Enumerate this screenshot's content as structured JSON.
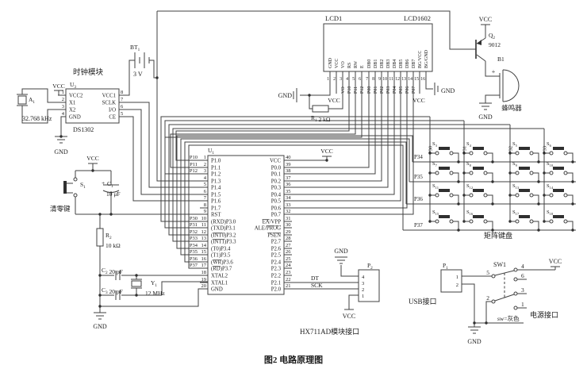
{
  "colors": {
    "wire": "#404040",
    "text": "#1c1c1c"
  },
  "caption": "图2  电路原理图",
  "clock_module": {
    "title": "时钟模块",
    "ref": "U_3",
    "part": "DS1302",
    "vcc_label": "VCC",
    "gnd_label": "GND",
    "left_pins": [
      {
        "num": "1",
        "label": "VCC2"
      },
      {
        "num": "2",
        "label": "X1"
      },
      {
        "num": "3",
        "label": "X2"
      },
      {
        "num": "4",
        "label": "GND"
      }
    ],
    "right_pins": [
      {
        "num": "8",
        "label": "VCC1"
      },
      {
        "num": "7",
        "label": "SCLK"
      },
      {
        "num": "6",
        "label": "I/O"
      },
      {
        "num": "5",
        "label": "CE"
      }
    ],
    "crystal": {
      "ref": "A_1",
      "value": "32.768 kHz"
    },
    "battery": {
      "ref": "BT_1",
      "value": "3 V"
    }
  },
  "lcd": {
    "ref": "LCD1",
    "part": "LCD1602",
    "pins": [
      "GND",
      "VCC",
      "VO",
      "RS",
      "RW",
      "E",
      "DB0",
      "DB1",
      "DB2",
      "DB3",
      "DB4",
      "DB5",
      "DB6",
      "DB7",
      "BG/VCC",
      "BG/GND"
    ],
    "numbers": [
      "1",
      "2",
      "3",
      "4",
      "5",
      "6",
      "7",
      "8",
      "9",
      "10",
      "11",
      "12",
      "13",
      "14",
      "15",
      "16"
    ],
    "nets": [
      "",
      "",
      "VO",
      "P10",
      "P11",
      "P12",
      "P00",
      "P01",
      "P02",
      "P03",
      "P04",
      "P05",
      "P06",
      "P07",
      "",
      ""
    ],
    "gnd_left": "GND",
    "vcc_pin2": "VCC",
    "r1_label": "R_1 2 kΩ",
    "vcc_pin15": "VCC",
    "gnd_right": "GND"
  },
  "buzzer": {
    "vcc": "VCC",
    "q_ref": "Q_2",
    "q_part": "9012",
    "ref": "B1",
    "plus": "+",
    "name": "蜂鸣器",
    "gnd": "GND"
  },
  "mcu": {
    "ref": "U_1",
    "vcc_label": "VCC",
    "left": [
      {
        "num": "1",
        "label": "P1.0",
        "net": "P10"
      },
      {
        "num": "2",
        "label": "P1.1",
        "net": "P11"
      },
      {
        "num": "3",
        "label": "P1.2",
        "net": "P12"
      },
      {
        "num": "4",
        "label": "P1.3",
        "net": ""
      },
      {
        "num": "5",
        "label": "P1.4",
        "net": ""
      },
      {
        "num": "6",
        "label": "P1.5",
        "net": ""
      },
      {
        "num": "7",
        "label": "P1.6",
        "net": ""
      },
      {
        "num": "8",
        "label": "P1.7",
        "net": ""
      },
      {
        "num": "9",
        "label": "RST",
        "net": ""
      },
      {
        "num": "10",
        "label": "(RXD)P3.0",
        "net": "P30"
      },
      {
        "num": "11",
        "label": "(TXD)P3.1",
        "net": "P31"
      },
      {
        "num": "12",
        "label": "(~INT0~)P3.2",
        "net": "P32"
      },
      {
        "num": "13",
        "label": "(~INT1~)P3.3",
        "net": "P33"
      },
      {
        "num": "14",
        "label": "(T0)P3.4",
        "net": "P34"
      },
      {
        "num": "15",
        "label": "(T1)P3.5",
        "net": "P35"
      },
      {
        "num": "16",
        "label": "(~WR~)P3.6",
        "net": "P36"
      },
      {
        "num": "17",
        "label": "(~RD~)P3.7",
        "net": "P37"
      },
      {
        "num": "18",
        "label": "XTAL2",
        "net": ""
      },
      {
        "num": "19",
        "label": "XTAL1",
        "net": ""
      },
      {
        "num": "20",
        "label": "GND",
        "net": ""
      }
    ],
    "right": [
      {
        "num": "40",
        "label": "VCC"
      },
      {
        "num": "39",
        "label": "P0.0"
      },
      {
        "num": "38",
        "label": "P0.1"
      },
      {
        "num": "37",
        "label": "P0.2"
      },
      {
        "num": "36",
        "label": "P0.3"
      },
      {
        "num": "35",
        "label": "P0.4"
      },
      {
        "num": "34",
        "label": "P0.5"
      },
      {
        "num": "33",
        "label": "P0.6"
      },
      {
        "num": "32",
        "label": "P0.7"
      },
      {
        "num": "31",
        "label": "~EA~/VPP"
      },
      {
        "num": "30",
        "label": "ALE/~PROG~"
      },
      {
        "num": "29",
        "label": "~PSEN~"
      },
      {
        "num": "28",
        "label": "P2.7"
      },
      {
        "num": "27",
        "label": "P2.6"
      },
      {
        "num": "26",
        "label": "P2.5"
      },
      {
        "num": "25",
        "label": "P2.4"
      },
      {
        "num": "24",
        "label": "P2.3"
      },
      {
        "num": "23",
        "label": "P2.2"
      },
      {
        "num": "22",
        "label": "P2.1"
      },
      {
        "num": "21",
        "label": "P2.0"
      }
    ]
  },
  "reset": {
    "vcc": "VCC",
    "sw_ref": "S_1",
    "sw_name": "清零键",
    "cap_plus": "+",
    "cap_ref": "C_1",
    "cap_value": "10 μF",
    "res_ref": "R_2",
    "res_value": "10 kΩ"
  },
  "osc": {
    "c2": "C_2 20 pF",
    "c3": "C_3 20 pF",
    "ref": "Y_1",
    "value": "12 MHz",
    "gnd": "GND"
  },
  "hx711": {
    "gnd": "GND",
    "ref": "P_2",
    "pins": [
      "4",
      "3",
      "2",
      "1"
    ],
    "dt": "DT",
    "sck": "SCK",
    "vcc": "VCC",
    "title": "HX711AD模块接口"
  },
  "keypad": {
    "cols": [
      "P30",
      "P31",
      "P32",
      "P33"
    ],
    "rows": [
      "P34",
      "P35",
      "P36",
      "P37"
    ],
    "switches": [
      "S_3",
      "S_4",
      "S_5",
      "S_6",
      "S_7",
      "S_8",
      "S_9",
      "S_10",
      "S_11",
      "S_12",
      "S_13",
      "S_14",
      "S_15",
      "S_16",
      "S_17",
      "S_18"
    ],
    "title": "矩阵键盘"
  },
  "usb": {
    "ref": "P_1",
    "pins": [
      "1",
      "2"
    ],
    "title": "USB接口"
  },
  "power": {
    "sw_label": "SW1",
    "c5": "5",
    "c4": "4",
    "c6": "6",
    "c2": "2",
    "c3": "3",
    "c1": "1",
    "vcc": "VCC",
    "note": "sw=灰色",
    "title": "电源接口",
    "gnd": "GND"
  }
}
